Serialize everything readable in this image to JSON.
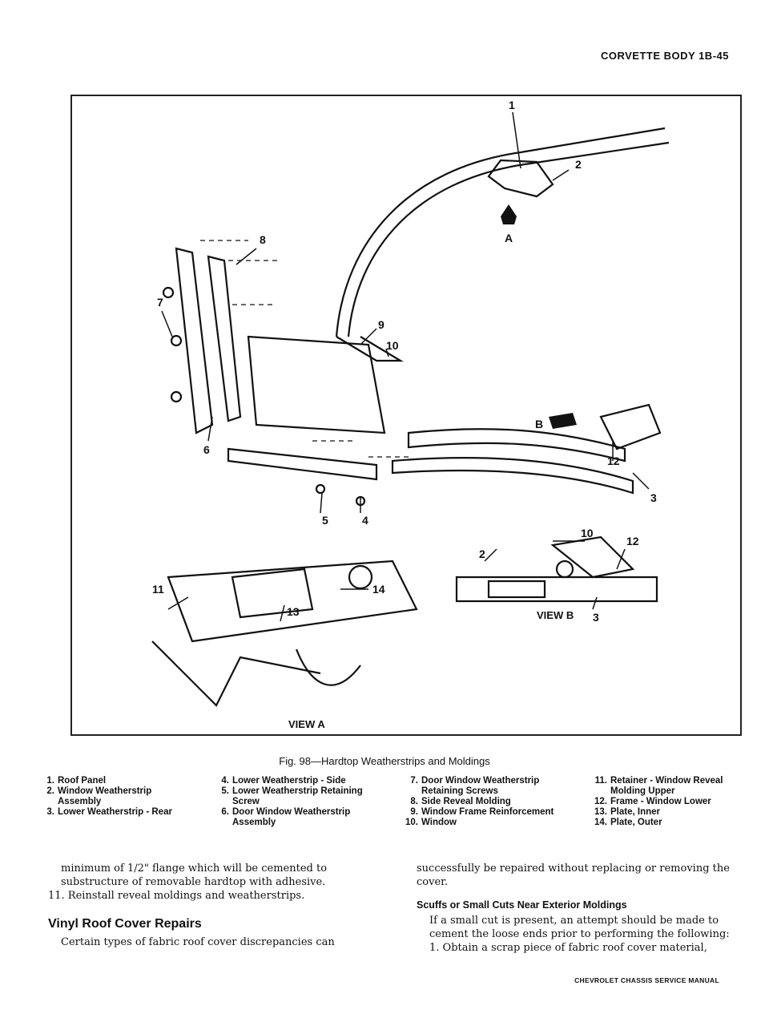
{
  "header": {
    "running_head": "CORVETTE BODY 1B-45"
  },
  "figure": {
    "callouts": [
      "1",
      "2",
      "3",
      "4",
      "5",
      "6",
      "7",
      "8",
      "9",
      "10",
      "11",
      "12",
      "13",
      "14"
    ],
    "marker_a": "A",
    "marker_b": "B",
    "view_a_label": "VIEW A",
    "view_b_label": "VIEW B",
    "view_b_callouts": [
      "2",
      "10",
      "12",
      "3"
    ],
    "view_a_callouts": [
      "11",
      "13",
      "14"
    ]
  },
  "caption": "Fig. 98—Hardtop Weatherstrips and Moldings",
  "legend": [
    [
      {
        "num": "1.",
        "text": "Roof Panel"
      },
      {
        "num": "2.",
        "text": "Window Weatherstrip Assembly"
      },
      {
        "num": "3.",
        "text": "Lower Weatherstrip - Rear"
      }
    ],
    [
      {
        "num": "4.",
        "text": "Lower Weatherstrip - Side"
      },
      {
        "num": "5.",
        "text": "Lower Weatherstrip Retaining Screw"
      },
      {
        "num": "6.",
        "text": "Door Window Weatherstrip Assembly"
      }
    ],
    [
      {
        "num": "7.",
        "text": "Door Window Weatherstrip Retaining Screws"
      },
      {
        "num": "8.",
        "text": "Side Reveal Molding"
      },
      {
        "num": "9.",
        "text": "Window Frame Reinforcement"
      },
      {
        "num": "10.",
        "text": "Window"
      }
    ],
    [
      {
        "num": "11.",
        "text": "Retainer - Window Reveal Molding Upper"
      },
      {
        "num": "12.",
        "text": "Frame - Window Lower"
      },
      {
        "num": "13.",
        "text": "Plate, Inner"
      },
      {
        "num": "14.",
        "text": "Plate, Outer"
      }
    ]
  ],
  "body": {
    "left_continuation": "minimum of 1/2\" flange which will be cemented to substructure of removable hardtop with adhesive.",
    "step_11": "11. Reinstall reveal moldings and weatherstrips.",
    "section_heading": "Vinyl Roof Cover Repairs",
    "section_intro": "Certain types of fabric roof cover discrepancies can",
    "right_continuation": "successfully be repaired without replacing or removing the cover.",
    "subsection_heading": "Scuffs or Small Cuts Near Exterior Moldings",
    "subsection_text": "If a small cut is present, an attempt should be made to cement the loose ends prior to performing the following:",
    "step_1": "1. Obtain a scrap piece of fabric roof cover material,"
  },
  "footer": {
    "text": "CHEVROLET CHASSIS SERVICE MANUAL"
  }
}
